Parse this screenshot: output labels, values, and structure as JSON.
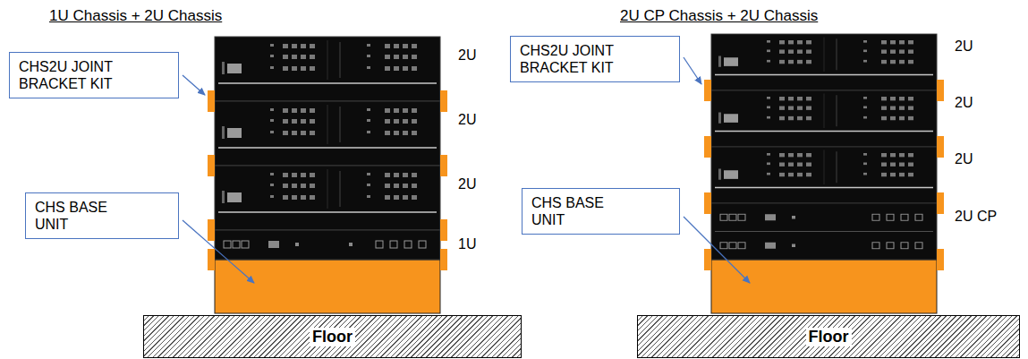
{
  "diagram": {
    "nodes": [
      {
        "text": [
          "CHS2U JOINT BRACKET KIT"
        ]
      },
      {
        "text": [
          "CHS BASE UNIT"
        ]
      },
      {
        "text": [
          "Floor"
        ]
      },
      {
        "text": [
          "CHS2U JOINT BRACKET KIT"
        ]
      },
      {
        "text": [
          "CHS BASE UNIT"
        ]
      },
      {
        "text": [
          "Floor"
        ]
      }
    ],
    "labels": [
      "1U Chassis + 2U Chassis",
      "2U CP Chassis + 2U Chassis",
      "2U",
      "2U",
      "2U",
      "1U",
      "2U",
      "2U",
      "2U",
      "2U CP"
    ]
  }
}
